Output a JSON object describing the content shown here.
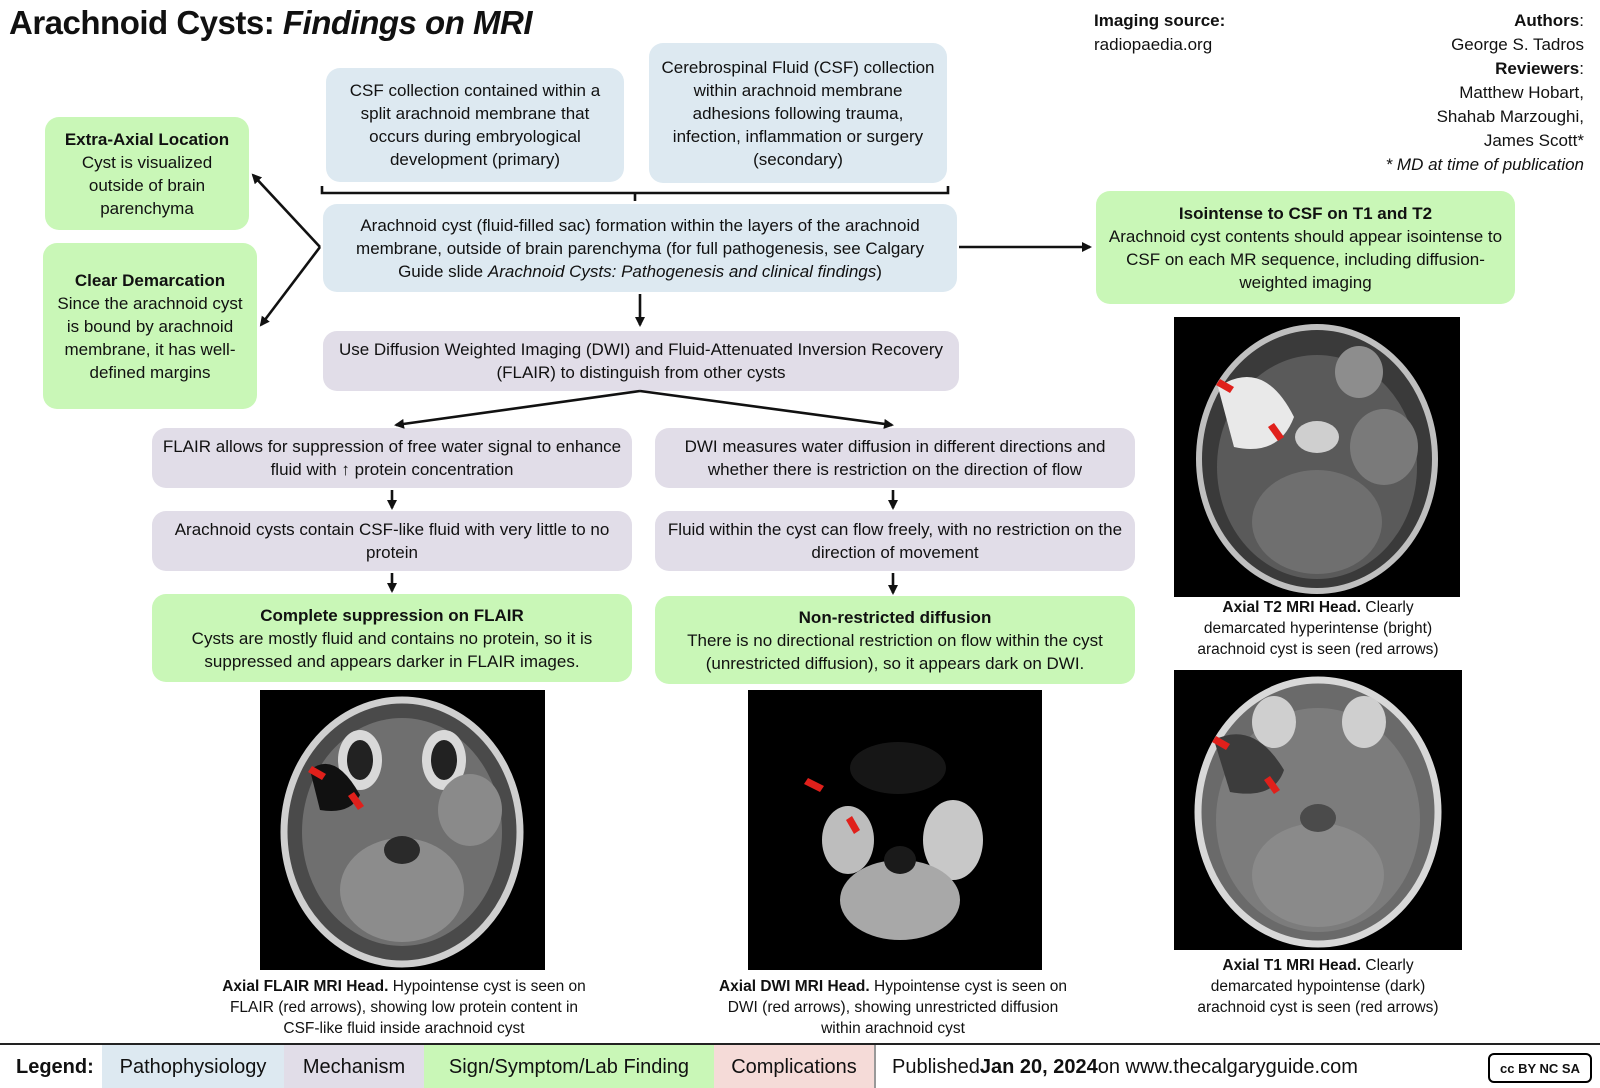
{
  "title": {
    "main": "Arachnoid Cysts:",
    "sub": "Findings on MRI"
  },
  "imaging_source": {
    "label": "Imaging source:",
    "value": "radiopaedia.org"
  },
  "credits": {
    "authors_label": "Authors",
    "author": "George S. Tadros",
    "reviewers_label": "Reviewers",
    "reviewer_1": "Matthew Hobart,",
    "reviewer_2": "Shahab Marzoughi,",
    "reviewer_3": "James Scott*",
    "note": "* MD at time of publication"
  },
  "primary_box": "CSF collection contained within a split arachnoid membrane that occurs during embryological development (primary)",
  "secondary_box": "Cerebrospinal Fluid (CSF) collection within arachnoid membrane adhesions following trauma, infection, inflammation or surgery (secondary)",
  "formation_box": {
    "text_1": "Arachnoid cyst (fluid-filled sac) formation within the layers of the arachnoid membrane, outside of brain parenchyma (for full pathogenesis, see Calgary Guide slide ",
    "italic": "Arachnoid Cysts: Pathogenesis and clinical findings",
    "text_2": ")"
  },
  "extra_axial": {
    "title": "Extra-Axial Location",
    "text": "Cyst is visualized outside of brain parenchyma"
  },
  "demarcation": {
    "title": "Clear Demarcation",
    "text": "Since the arachnoid cyst is bound by arachnoid membrane, it has well-defined margins"
  },
  "isointense": {
    "title": "Isointense to CSF on T1 and T2",
    "text": "Arachnoid cyst contents should appear isointense to CSF on each MR sequence, including diffusion-weighted imaging"
  },
  "dwi_flair_box": "Use Diffusion Weighted Imaging (DWI) and Fluid-Attenuated Inversion Recovery (FLAIR) to distinguish from other cysts",
  "flair_1": "FLAIR allows for suppression of free water signal to enhance fluid with ↑ protein concentration",
  "flair_2": "Arachnoid cysts contain CSF-like fluid with very little to no protein",
  "flair_3": {
    "title": "Complete suppression on FLAIR",
    "text": "Cysts are mostly fluid and contains no protein, so it is suppressed and appears darker in FLAIR images."
  },
  "dwi_1": "DWI measures water diffusion in different directions and whether there is restriction on the direction of flow",
  "dwi_2": "Fluid within the cyst can flow freely, with no restriction on the direction of movement",
  "dwi_3": {
    "title": "Non-restricted diffusion",
    "text": "There is no directional restriction on flow within the cyst (unrestricted diffusion), so it appears dark on DWI."
  },
  "captions": {
    "flair": {
      "bold": "Axial FLAIR MRI Head.",
      "text": " Hypointense cyst is seen on FLAIR (red arrows), showing low protein content in CSF-like fluid inside arachnoid cyst"
    },
    "dwi": {
      "bold": "Axial DWI MRI Head.",
      "text": " Hypointense cyst is seen on DWI (red arrows), showing unrestricted diffusion within arachnoid cyst"
    },
    "t2": {
      "bold": "Axial T2 MRI Head.",
      "text": " Clearly demarcated hyperintense (bright) arachnoid cyst is seen (red arrows)"
    },
    "t1": {
      "bold": "Axial T1 MRI Head.",
      "text": " Clearly demarcated hypointense (dark) arachnoid cyst is seen (red arrows)"
    }
  },
  "legend": {
    "label": "Legend:",
    "pathophysiology": "Pathophysiology",
    "mechanism": "Mechanism",
    "sign": "Sign/Symptom/Lab Finding",
    "complications": "Complications",
    "published_prefix": "Published ",
    "published_date": "Jan 20, 2024",
    "published_suffix": " on www.thecalgaryguide.com",
    "license": "cc BY NC SA"
  },
  "colors": {
    "pathophysiology": "#dde9f1",
    "mechanism": "#e1dde8",
    "sign": "#c9f7b7",
    "complications": "#f5dbd8",
    "annotation_arrow": "#e0201b"
  }
}
